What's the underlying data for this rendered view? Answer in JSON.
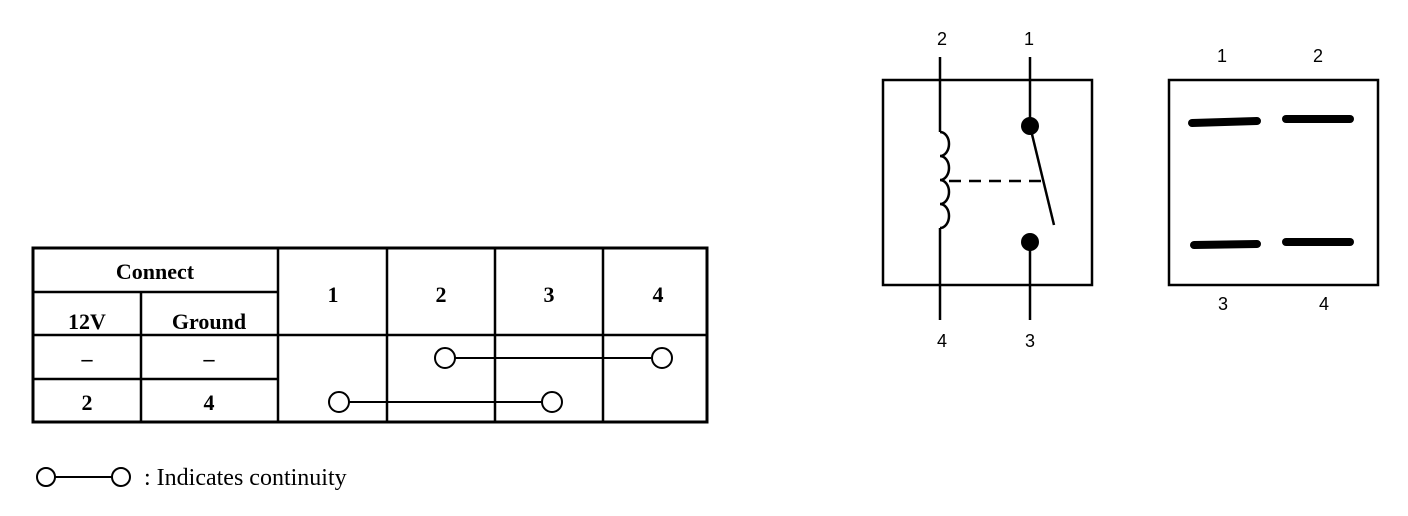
{
  "continuity_table": {
    "group_header": "Connect",
    "sub_headers": [
      "12V",
      "Ground"
    ],
    "terminal_headers": [
      "1",
      "2",
      "3",
      "4"
    ],
    "rows": [
      {
        "v12": "–",
        "ground": "–",
        "continuity": [
          "2",
          "4"
        ]
      },
      {
        "v12": "2",
        "ground": "4",
        "continuity": [
          "1",
          "3"
        ]
      }
    ]
  },
  "legend": {
    "text": ": Indicates continuity"
  },
  "relay_schematic": {
    "top_labels": [
      "2",
      "1"
    ],
    "bottom_labels": [
      "4",
      "3"
    ]
  },
  "relay_pinout": {
    "top_labels": [
      "1",
      "2"
    ],
    "bottom_labels": [
      "3",
      "4"
    ]
  }
}
